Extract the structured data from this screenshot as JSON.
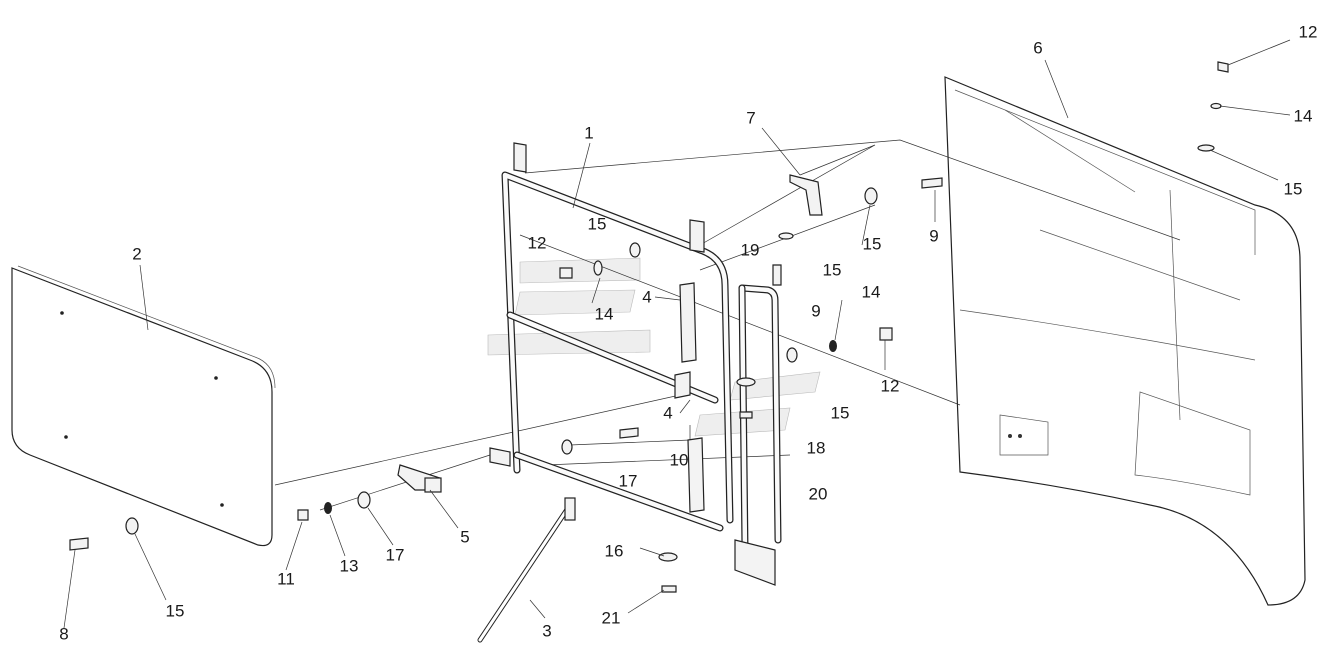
{
  "callouts": {
    "c1": "1",
    "c2": "2",
    "c3": "3",
    "c4a": "4",
    "c4b": "4",
    "c5": "5",
    "c6": "6",
    "c7": "7",
    "c8": "8",
    "c9a": "9",
    "c9b": "9",
    "c10": "10",
    "c11": "11",
    "c12a": "12",
    "c12b": "12",
    "c12c": "12",
    "c13": "13",
    "c14a": "14",
    "c14b": "14",
    "c14c": "14",
    "c15a": "15",
    "c15b": "15",
    "c15c": "15",
    "c15d": "15",
    "c15e": "15",
    "c15f": "15",
    "c16": "16",
    "c17a": "17",
    "c17b": "17",
    "c18": "18",
    "c19": "19",
    "c20": "20",
    "c21": "21"
  }
}
